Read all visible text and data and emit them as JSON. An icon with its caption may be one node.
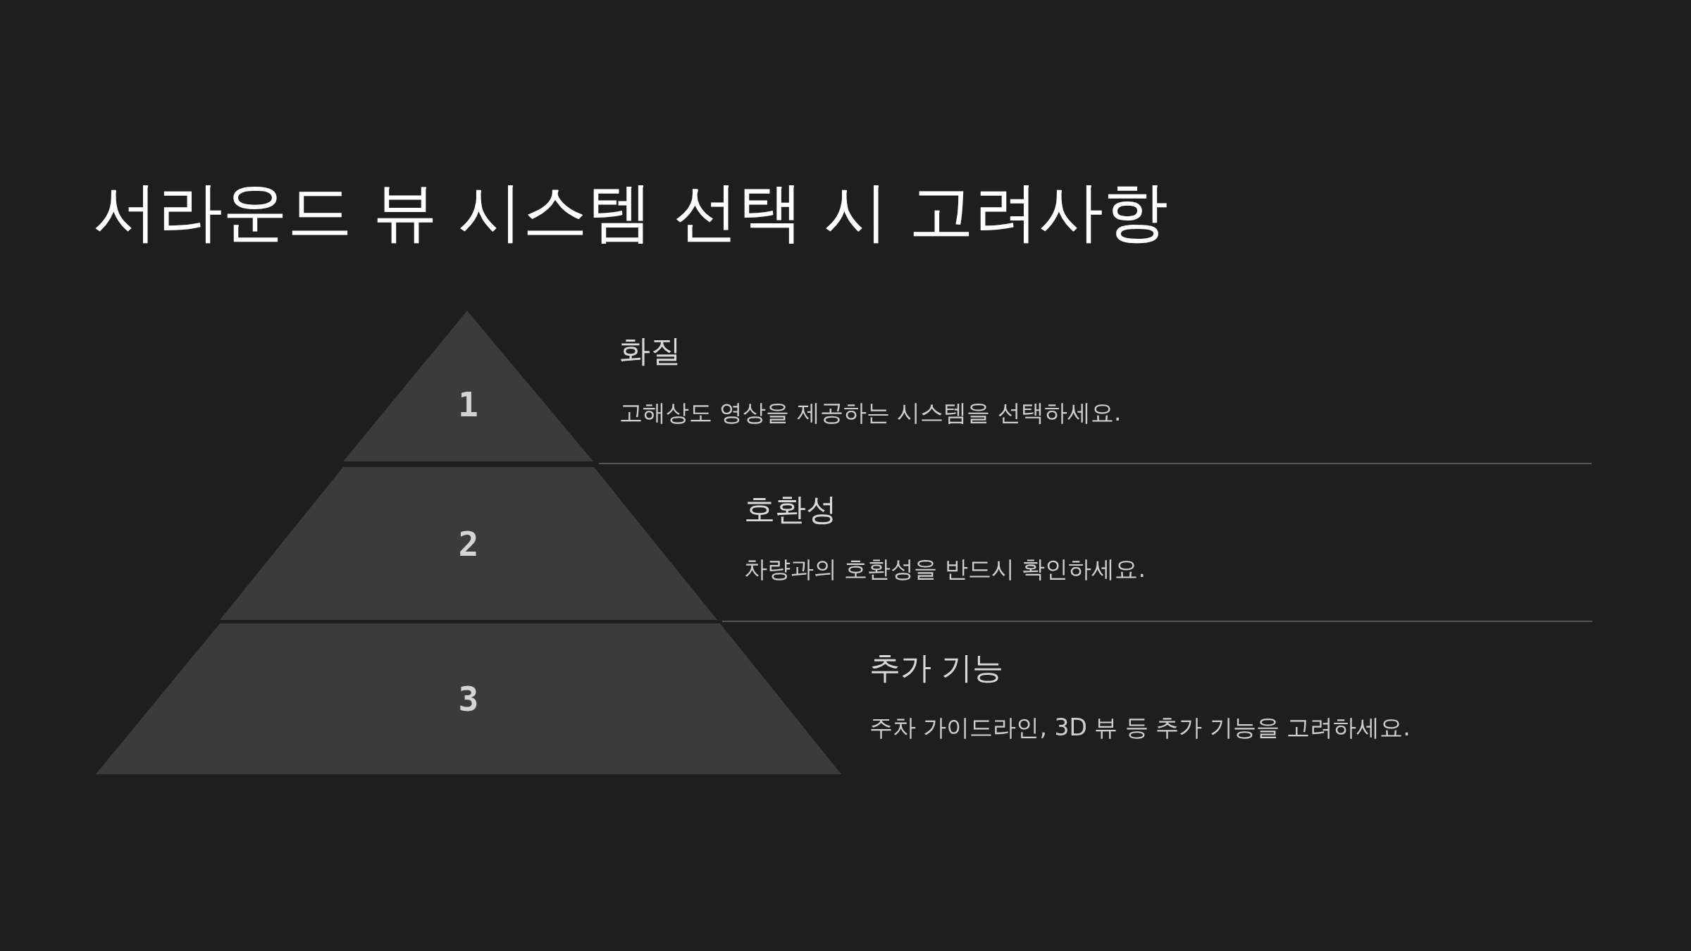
{
  "diagram": {
    "title": "서라운드 뷰 시스템 선택 시 고려사항",
    "nodes": [
      {
        "text": [
          "1"
        ],
        "beside": [
          "화질",
          "고해상도 영상을 제공하는 시스템을 선택하세요."
        ]
      },
      {
        "text": [
          "2"
        ],
        "beside": [
          "호환성",
          "차량과의 호환성을 반드시 확인하세요."
        ]
      },
      {
        "text": [
          "3"
        ],
        "beside": [
          "추가 기능",
          "주차 가이드라인, 3D 뷰 등 추가 기능을 고려하세요."
        ]
      }
    ]
  }
}
